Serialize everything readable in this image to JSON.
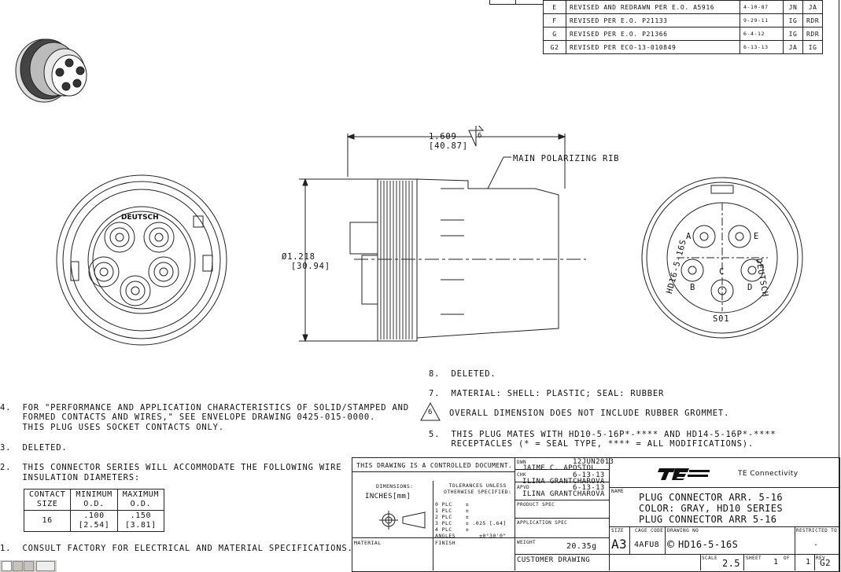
{
  "revisions": [
    {
      "rev": "E",
      "desc": "REVISED AND REDRAWN PER E.O. A5916",
      "date": "4-10-87",
      "dr": "JN",
      "ck": "JA"
    },
    {
      "rev": "F",
      "desc": "REVISED PER E.O. P21133",
      "date": "9-29-11",
      "dr": "IG",
      "ck": "RDR"
    },
    {
      "rev": "G",
      "desc": "REVISED PER E.O. P21366",
      "date": "6-4-12",
      "dr": "IG",
      "ck": "RDR"
    },
    {
      "rev": "G2",
      "desc": "REVISED PER ECO-13-010849",
      "date": "6-13-13",
      "dr": "JA",
      "ck": "IG"
    }
  ],
  "dimensions": {
    "length_in": "1.609",
    "length_mm": "[40.87]",
    "note_flag": "6",
    "dia_in": "Ø1.218",
    "dia_mm": "[30.94]",
    "rib_label": "MAIN POLARIZING RIB"
  },
  "front_view": {
    "brand": "DEUTSCH"
  },
  "rear_view": {
    "contacts": [
      "A",
      "B",
      "C",
      "D",
      "E"
    ],
    "side_text": "DEUTSCH",
    "part_text": "HD16-5-16S",
    "bottom_text": "S01"
  },
  "notes": {
    "n8": "8.  DELETED.",
    "n7": "7.  MATERIAL: SHELL: PLASTIC; SEAL: RUBBER",
    "n6_flag": "6",
    "n6": "OVERALL DIMENSION DOES NOT INCLUDE RUBBER GROMMET.",
    "n5a": "5.  THIS PLUG MATES WITH HD10-5-16P*-**** AND HD14-5-16P*-****",
    "n5b": "    RECEPTACLES (* = SEAL TYPE, **** = ALL MODIFICATIONS).",
    "n4a": "4.  FOR \"PERFORMANCE AND APPLICATION CHARACTERISTICS OF SOLID/STAMPED AND",
    "n4b": "    FORMED CONTACTS AND WIRES,\" SEE ENVELOPE DRAWING 0425-015-0000.",
    "n4c": "    THIS PLUG USES SOCKET CONTACTS ONLY.",
    "n3": "3.  DELETED.",
    "n2a": "2.  THIS CONNECTOR SERIES WILL ACCOMMODATE THE FOLLOWING WIRE",
    "n2b": "    INSULATION DIAMETERS:",
    "n1": "1.  CONSULT FACTORY FOR ELECTRICAL AND MATERIAL SPECIFICATIONS."
  },
  "wire_table": {
    "headers": [
      "CONTACT\nSIZE",
      "MINIMUM\nO.D.",
      "MAXIMUM\nO.D."
    ],
    "row": [
      "16",
      ".100\n[2.54]",
      ".150\n[3.81]"
    ]
  },
  "title_block": {
    "controlled": "THIS DRAWING IS A CONTROLLED DOCUMENT.",
    "dimensions_label": "DIMENSIONS:",
    "units": "INCHES[mm]",
    "tolerances": "TOLERANCES UNLESS\nOTHERWISE SPECIFIED:",
    "tol_lines": "0 PLC    ±\n1 PLC    ±\n2 PLC    ±\n3 PLC    ± .025 [.64]\n4 PLC    ±\nANGLES       ±0°30'0\"",
    "dwn_label": "DWN",
    "dwn_name": "JAIME C. APOSTOL",
    "dwn_date": "12JUN2013",
    "chk_label": "CHK",
    "chk_name": "ILINA GRANTCHAROVA",
    "chk_date": "6-13-13",
    "apvd_label": "APVD",
    "apvd_name": "ILINA GRANTCHAROVA",
    "apvd_date": "6-13-13",
    "product_spec": "PRODUCT SPEC",
    "app_spec": "APPLICATION SPEC",
    "weight_label": "WEIGHT",
    "weight": "20.35g",
    "material": "MATERIAL",
    "finish": "FINISH",
    "customer": "CUSTOMER DRAWING",
    "company": "TE Connectivity",
    "name_label": "NAME",
    "name_l1": "PLUG CONNECTOR ARR. 5-16",
    "name_l2": "COLOR: GRAY, HD10 SERIES",
    "name_l3": "PLUG CONNECTOR ARR 5-16",
    "size_label": "SIZE",
    "size": "A3",
    "cage_label": "CAGE CODE",
    "cage": "4AFU8",
    "dwg_label": "DRAWING NO",
    "dwg": "HD16-5-16S",
    "restricted": "RESTRICTED TO",
    "restricted_val": "-",
    "scale_label": "SCALE",
    "scale": "2.5",
    "sheet_label": "SHEET",
    "sheet": "1",
    "of_label": "OF",
    "of": "1",
    "rev_label": "REV",
    "rev": "G2"
  }
}
